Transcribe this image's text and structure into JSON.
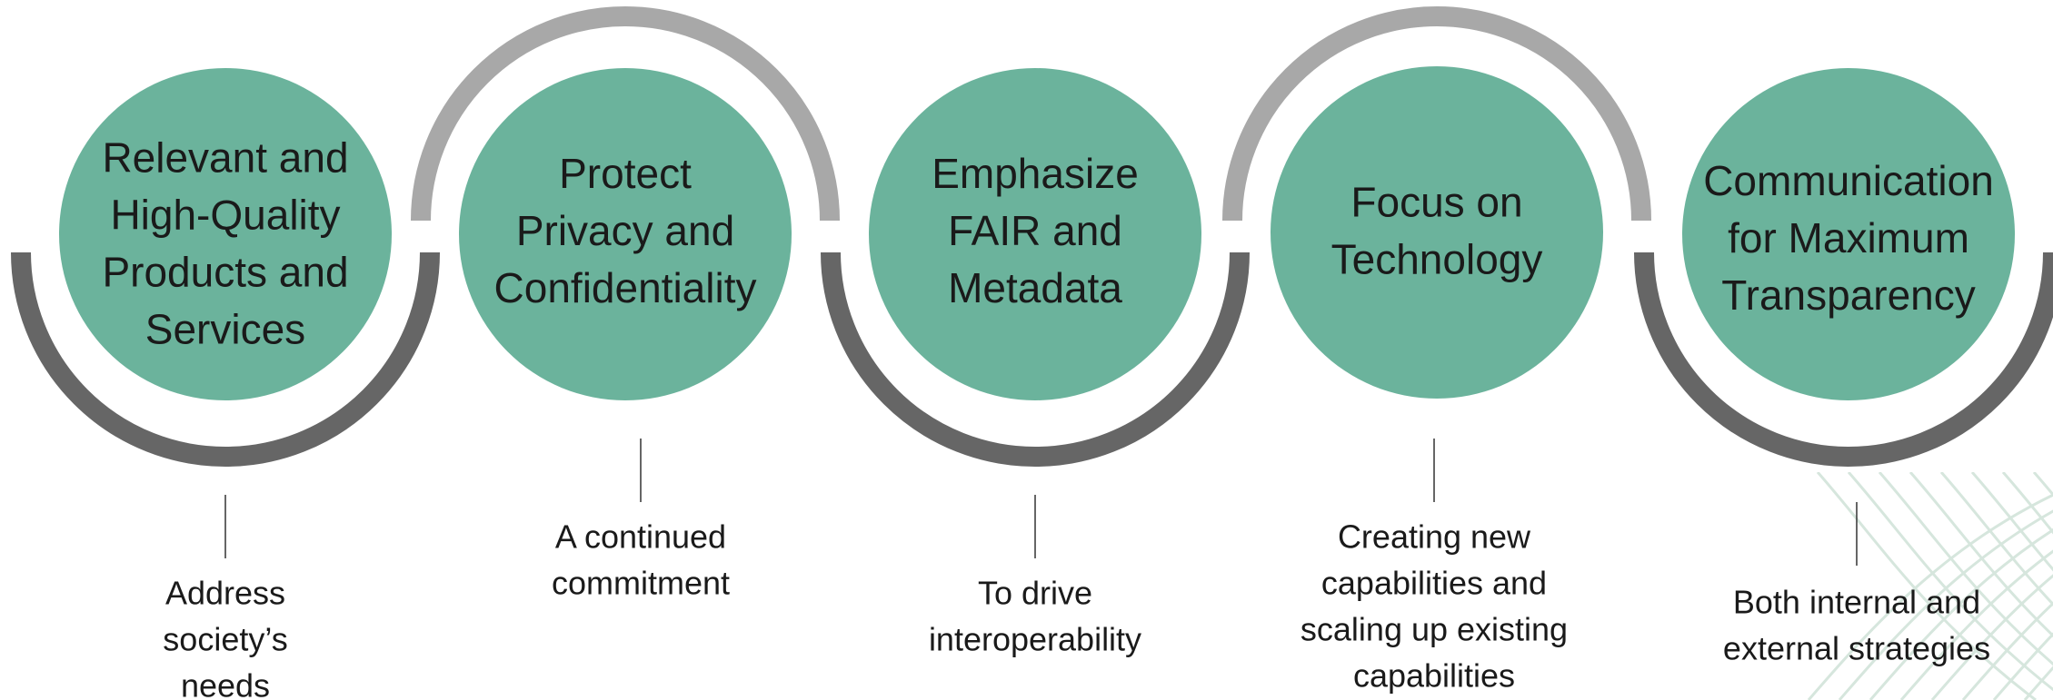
{
  "colors": {
    "circle_fill": "#6BB39C",
    "arc_dark": "#666666",
    "arc_light": "#A8A8A8",
    "connector": "#333333",
    "text": "#1a1a1a",
    "watermark": "#d6e6dd"
  },
  "steps": [
    {
      "title_lines": [
        "Relevant and",
        "High-Quality",
        "Products and",
        "Services"
      ],
      "description_lines": [
        "Address",
        "society’s",
        "needs"
      ],
      "arc": "bottom"
    },
    {
      "title_lines": [
        "Protect",
        "Privacy and",
        "Confidentiality"
      ],
      "description_lines": [
        "A continued",
        "commitment"
      ],
      "arc": "top"
    },
    {
      "title_lines": [
        "Emphasize",
        "FAIR and",
        "Metadata"
      ],
      "description_lines": [
        "To drive",
        "interoperability"
      ],
      "arc": "bottom"
    },
    {
      "title_lines": [
        "Focus on",
        "Technology"
      ],
      "description_lines": [
        "Creating new",
        "capabilities and",
        "scaling up existing",
        "capabilities"
      ],
      "arc": "top"
    },
    {
      "title_lines": [
        "Communication",
        "for Maximum",
        "Transparency"
      ],
      "description_lines": [
        "Both internal and",
        "external strategies"
      ],
      "arc": "bottom"
    }
  ]
}
